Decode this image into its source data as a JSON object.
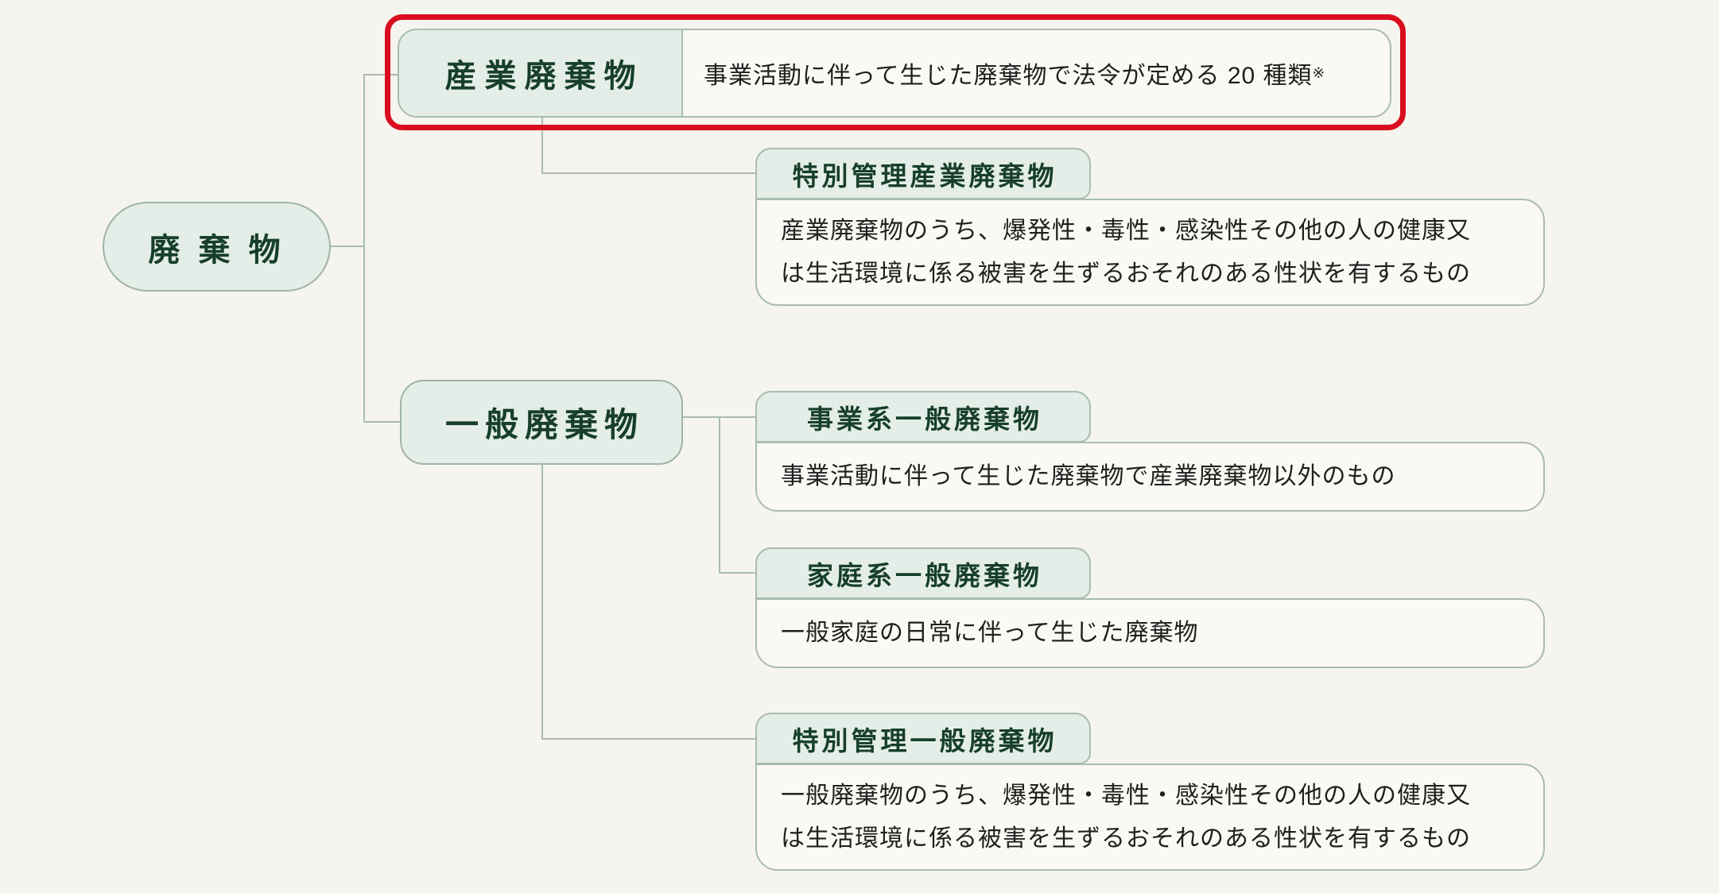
{
  "colors": {
    "background": "#f5f4ef",
    "node_fill_green": "#e4ede7",
    "node_border": "#a9bcb0",
    "label_text_green": "#173f2b",
    "description_text": "#1f1f1d",
    "highlight_red": "#d90d1e"
  },
  "root": {
    "label": "廃 棄 物"
  },
  "nodes": {
    "industrial": {
      "label": "産業廃棄物",
      "desc": "事業活動に伴って生じた廃棄物で法令が定める 20 種類",
      "note_mark": "※",
      "highlighted": true
    },
    "sp_industrial": {
      "label": "特別管理産業廃棄物",
      "desc_lines": [
        "産業廃棄物のうち、爆発性・毒性・感染性その他の人の健康又",
        "は生活環境に係る被害を生ずるおそれのある性状を有するもの"
      ]
    },
    "general": {
      "label": "一般廃棄物"
    },
    "business_general": {
      "label": "事業系一般廃棄物",
      "desc_lines": [
        "事業活動に伴って生じた廃棄物で産業廃棄物以外のもの"
      ]
    },
    "household_general": {
      "label": "家庭系一般廃棄物",
      "desc_lines": [
        "一般家庭の日常に伴って生じた廃棄物"
      ]
    },
    "sp_general": {
      "label": "特別管理一般廃棄物",
      "desc_lines": [
        "一般廃棄物のうち、爆発性・毒性・感染性その他の人の健康又",
        "は生活環境に係る被害を生ずるおそれのある性状を有するもの"
      ]
    }
  }
}
